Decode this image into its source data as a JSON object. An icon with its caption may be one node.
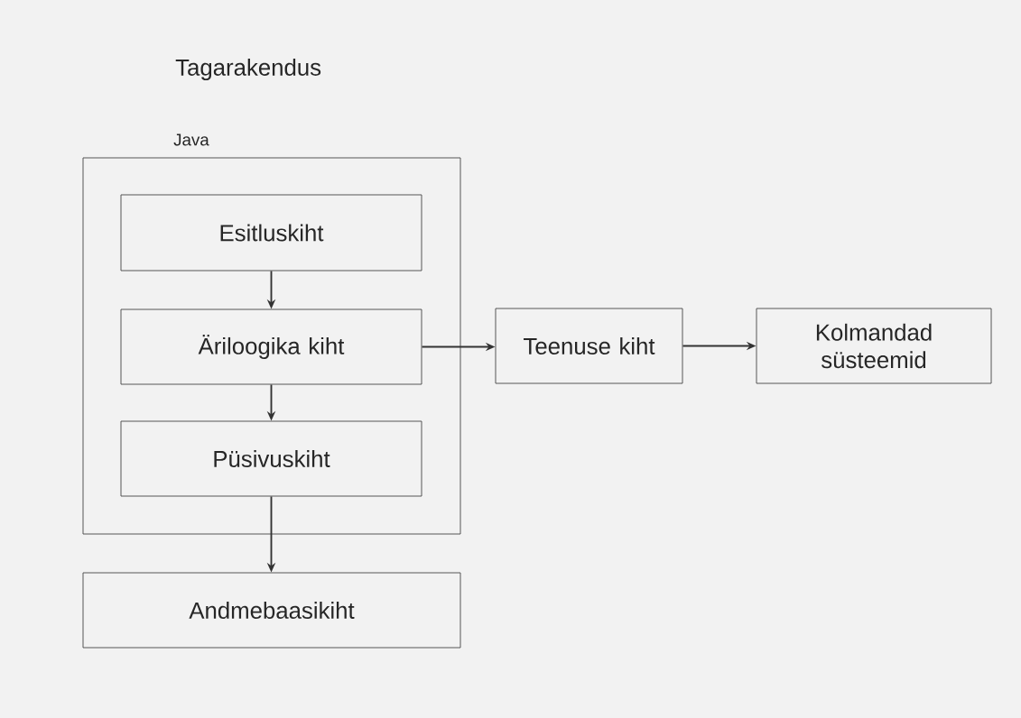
{
  "diagram": {
    "title": "Tagarakendus",
    "nodes": [
      {
        "text": [
          "Java"
        ]
      },
      {
        "text": [
          "Esitluskiht"
        ],
        "in": 0
      },
      {
        "text": [
          "Äriloogika kiht"
        ],
        "in": 0
      },
      {
        "text": [
          "Püsivuskiht"
        ],
        "in": 0
      },
      {
        "text": [
          "Andmebaasikiht"
        ]
      },
      {
        "text": [
          "Teenuse kiht"
        ]
      },
      {
        "text": [
          "Kolmandad süsteemid"
        ]
      }
    ],
    "edges": [
      {
        "from": 1,
        "to": 2,
        "arrow": "to"
      },
      {
        "from": 2,
        "to": 3,
        "arrow": "to"
      },
      {
        "from": 3,
        "to": 4,
        "arrow": "to"
      },
      {
        "from": 2,
        "to": 5,
        "arrow": "to"
      },
      {
        "from": 5,
        "to": 6,
        "arrow": "to"
      }
    ]
  }
}
